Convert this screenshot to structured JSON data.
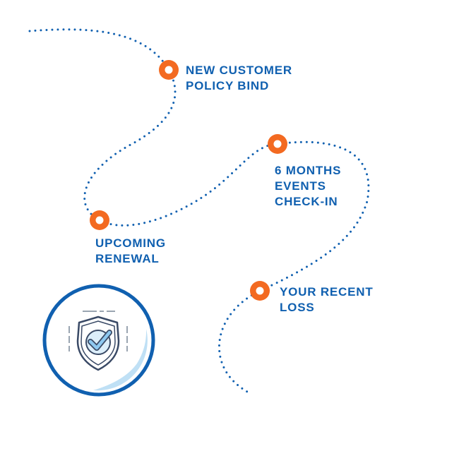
{
  "colors": {
    "path": "#1060B0",
    "milestone": "#F36A21",
    "label": "#1060B0",
    "badge_ring": "#1060B0",
    "badge_accent": "#BFE0F5"
  },
  "stages": [
    {
      "id": "new",
      "lines": [
        "NEW CUSTOMER",
        "POLICY BIND"
      ]
    },
    {
      "id": "renewal",
      "lines": [
        "UPCOMING",
        "RENEWAL"
      ]
    },
    {
      "id": "checkin",
      "lines": [
        "6 MONTHS",
        "EVENTS",
        "CHECK-IN"
      ]
    },
    {
      "id": "loss",
      "lines": [
        "YOUR RECENT",
        "LOSS"
      ]
    }
  ],
  "badge_icon": "shield-check-icon"
}
